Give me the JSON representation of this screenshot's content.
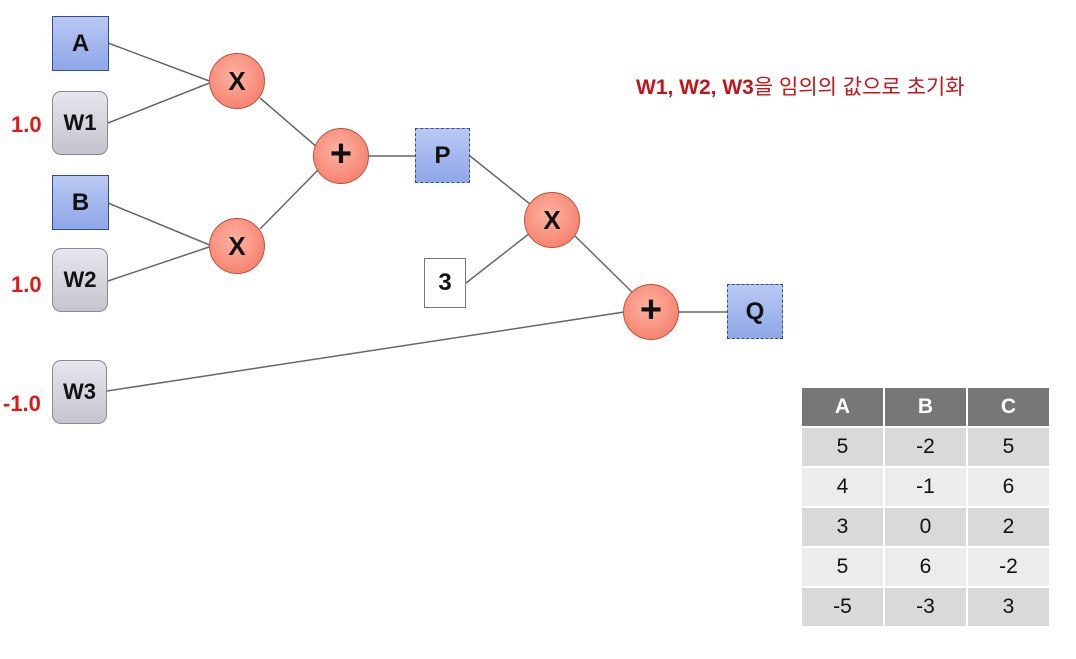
{
  "inputs": {
    "a": "A",
    "b": "B"
  },
  "weights": {
    "w1": {
      "label": "W1",
      "value": "1.0"
    },
    "w2": {
      "label": "W2",
      "value": "1.0"
    },
    "w3": {
      "label": "W3",
      "value": "-1.0"
    }
  },
  "ops": {
    "mul": "X",
    "add": "+"
  },
  "constant": "3",
  "outputs": {
    "p": "P",
    "q": "Q"
  },
  "note": {
    "vars": "W1, W2, W3",
    "text": "을 임의의 값으로 초기화"
  },
  "table": {
    "headers": [
      "A",
      "B",
      "C"
    ],
    "rows": [
      [
        "5",
        "-2",
        "5"
      ],
      [
        "4",
        "-1",
        "6"
      ],
      [
        "3",
        "0",
        "2"
      ],
      [
        "5",
        "6",
        "-2"
      ],
      [
        "-5",
        "-3",
        "3"
      ]
    ]
  },
  "colors": {
    "note_text": "#c4141a",
    "weight_value": "#e01818",
    "operator_fill": "#f2735e",
    "input_fill": "#8fa7e8",
    "table_header": "#777777"
  }
}
